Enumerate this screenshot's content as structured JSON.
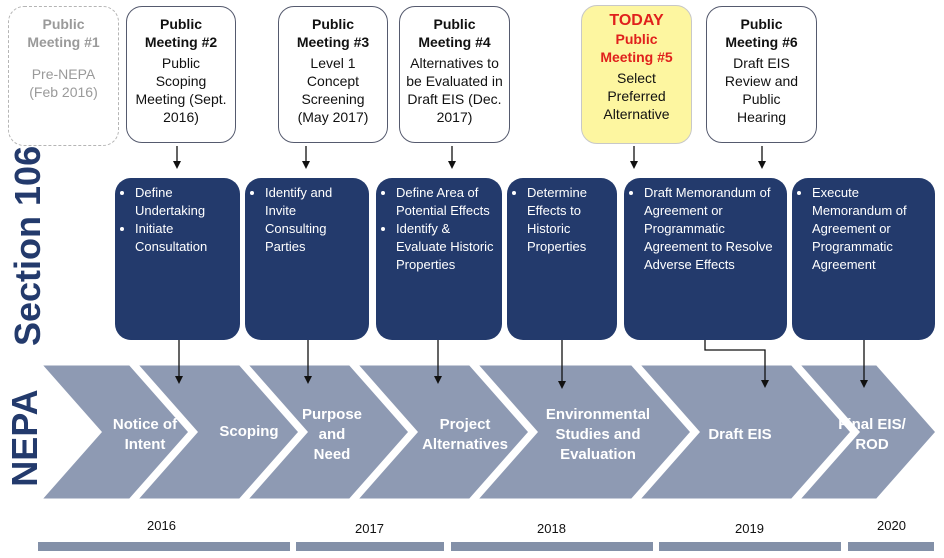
{
  "meetings": [
    {
      "title": "Public Meeting #1",
      "desc": "Pre-NEPA (Feb 2016)"
    },
    {
      "title": "Public Meeting #2",
      "desc": "Public Scoping Meeting (Sept. 2016)"
    },
    {
      "title": "Public Meeting #3",
      "desc": "Level 1 Concept Screening (May 2017)"
    },
    {
      "title": "Public Meeting #4",
      "desc": "Alternatives to be Evaluated in Draft EIS (Dec. 2017)"
    },
    {
      "today": "TODAY",
      "title": "Public Meeting #5",
      "desc": "Select Preferred Alternative"
    },
    {
      "title": "Public Meeting #6",
      "desc": "Draft EIS Review and Public Hearing"
    }
  ],
  "section106_label": "Section 106",
  "section106": [
    {
      "items": [
        "Define Undertaking",
        "Initiate Consultation"
      ]
    },
    {
      "items": [
        "Identify and Invite Consulting Parties"
      ]
    },
    {
      "items": [
        "Define Area of Potential Effects",
        "Identify & Evaluate Historic Properties"
      ]
    },
    {
      "items": [
        "Determine Effects to Historic Properties"
      ]
    },
    {
      "items": [
        "Draft Memorandum of Agreement or Programmatic Agreement to Resolve Adverse Effects"
      ]
    },
    {
      "items": [
        "Execute Memorandum of Agreement or Programmatic Agreement"
      ]
    }
  ],
  "nepa_label": "NEPA",
  "nepa_steps": [
    "Notice of Intent",
    "Scoping",
    "Purpose and Need",
    "Project Alternatives",
    "Environmental Studies and Evaluation",
    "Draft EIS",
    "Final EIS/ ROD"
  ],
  "years": [
    "2016",
    "2017",
    "2018",
    "2019",
    "2020"
  ],
  "colors": {
    "navy": "#233a6c",
    "chevron": "#8e9ab3",
    "today_fill": "#fdf6a0",
    "today_text": "#e0201c"
  }
}
